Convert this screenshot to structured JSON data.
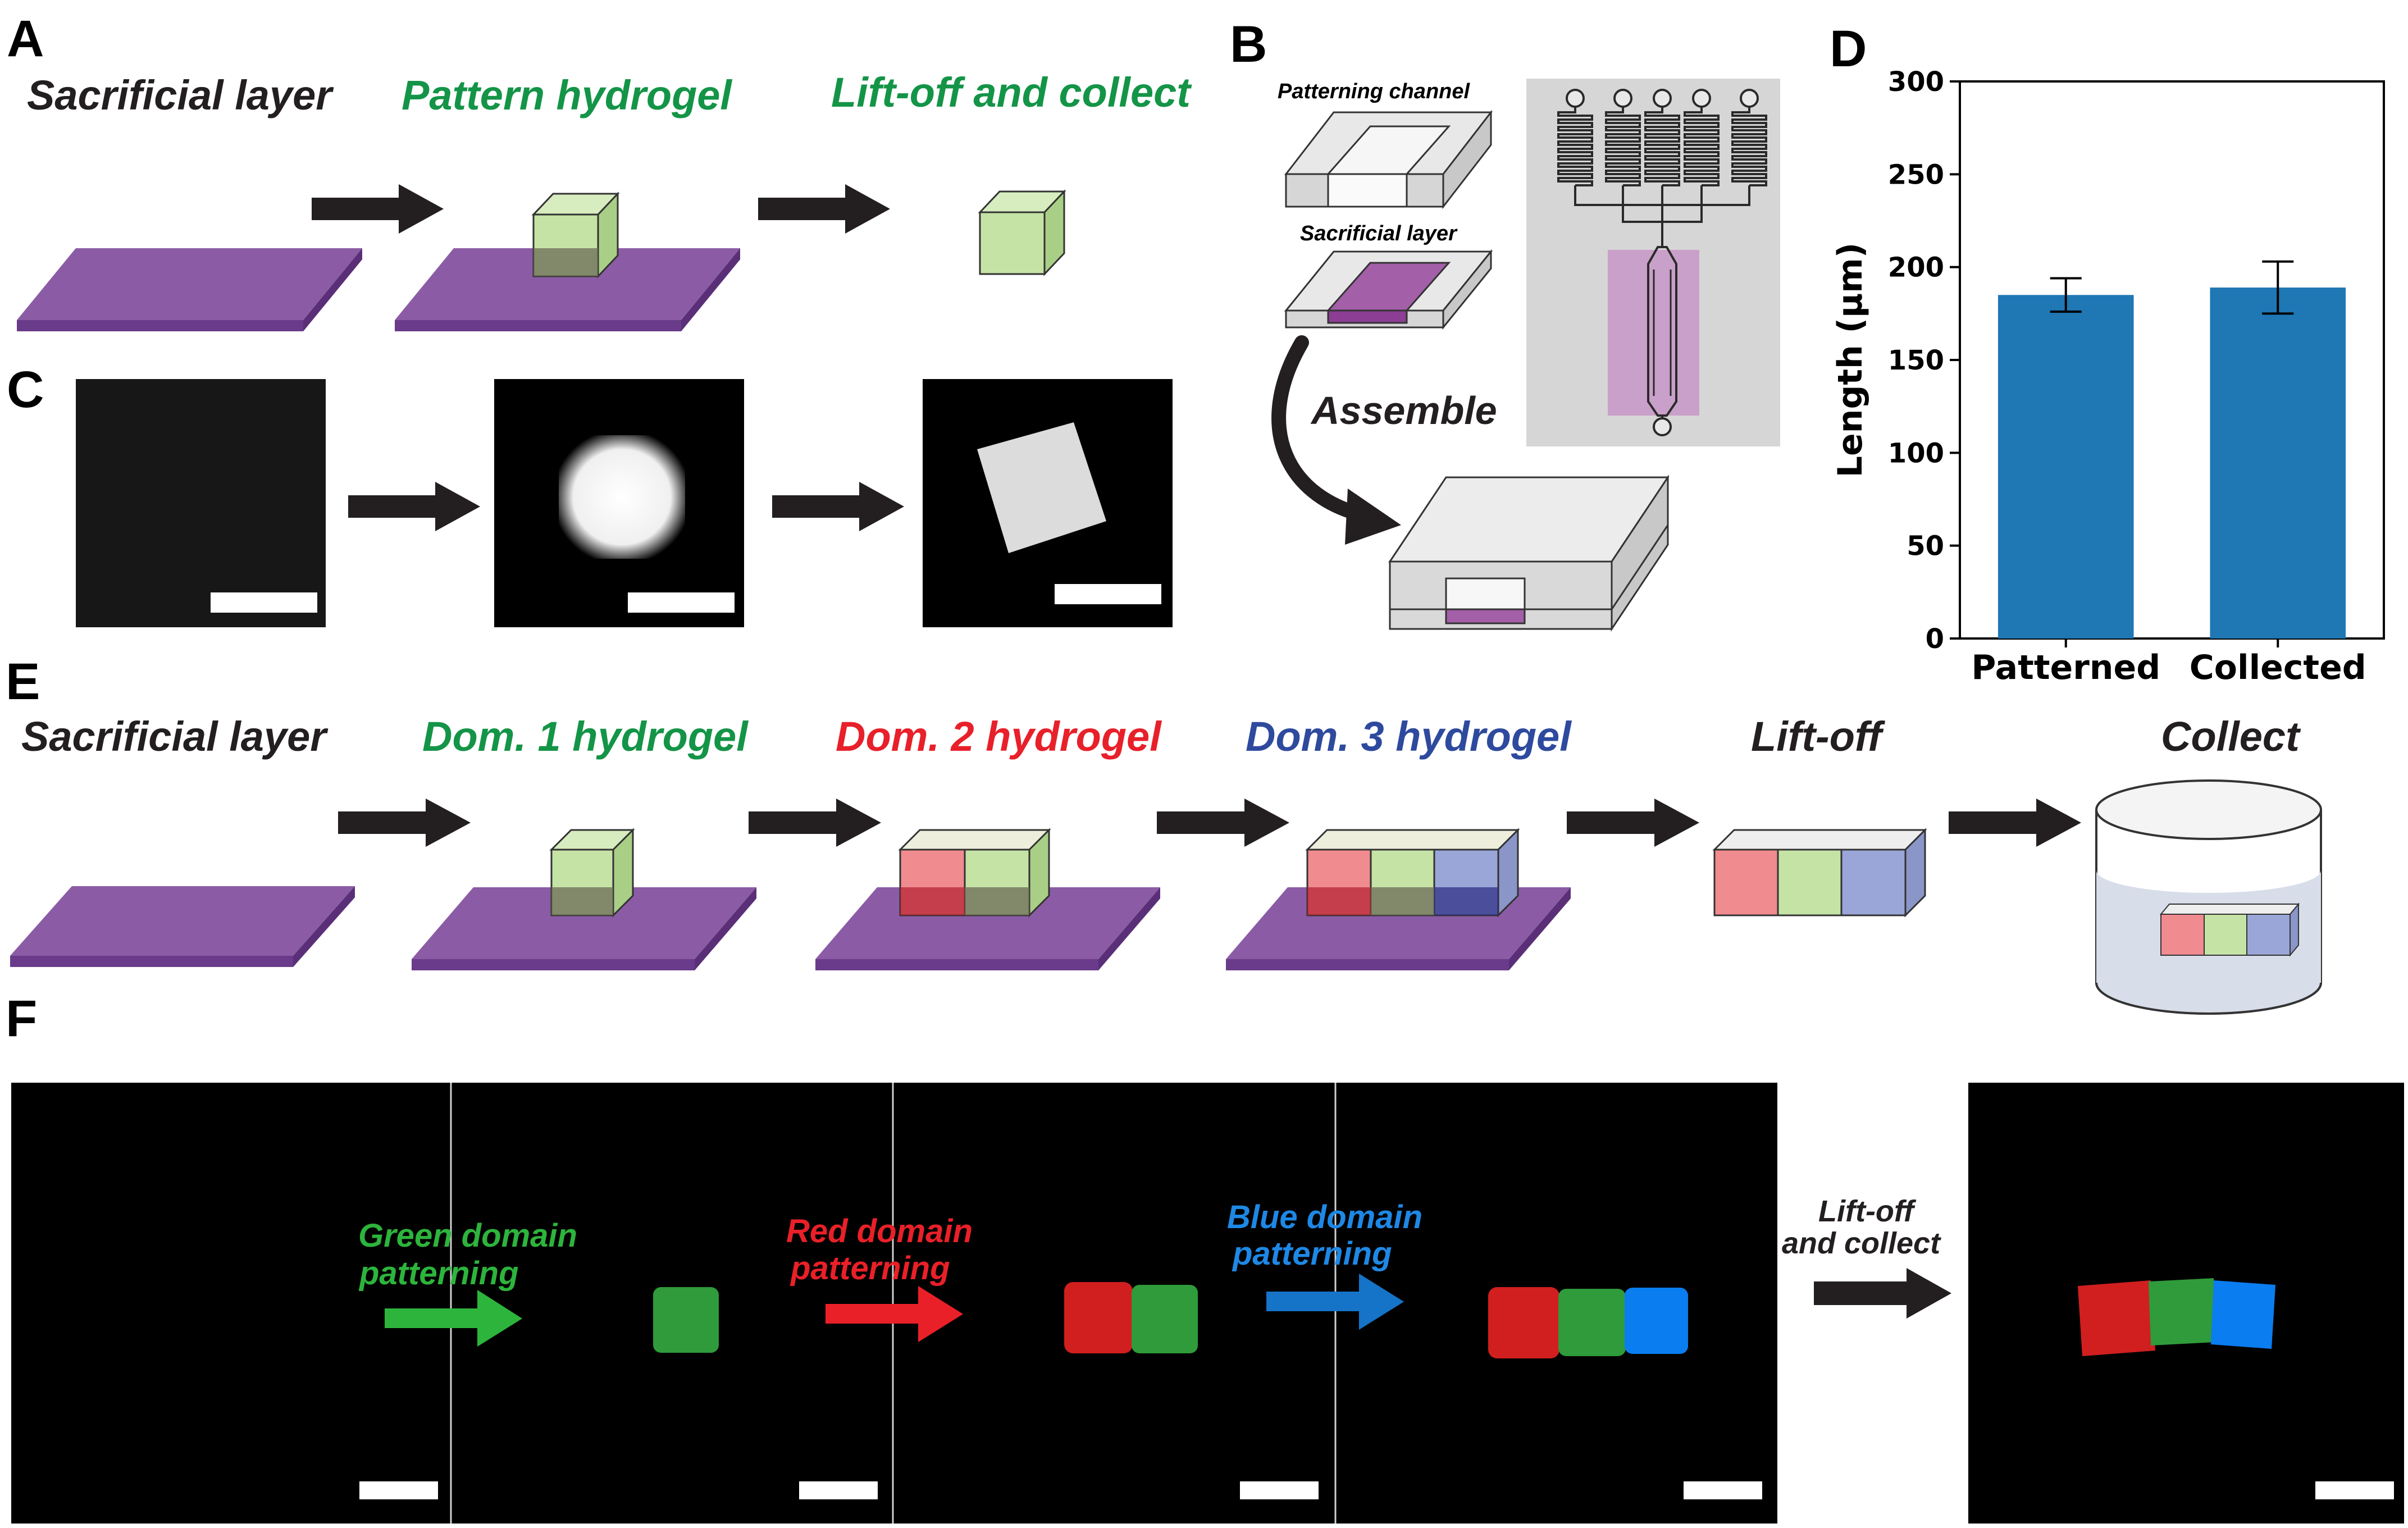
{
  "panels": {
    "a": {
      "label": "A",
      "steps": [
        {
          "text": "Sacrificial layer",
          "color": "#231f20"
        },
        {
          "text": "Pattern hydrogel",
          "color": "#149447"
        },
        {
          "text": "Lift-off and collect",
          "color": "#149447"
        }
      ]
    },
    "b": {
      "label": "B",
      "patterning_channel": "Patterning channel",
      "sacrificial_layer": "Sacrificial layer",
      "assemble": "Assemble"
    },
    "c": {
      "label": "C"
    },
    "d": {
      "label": "D"
    },
    "e": {
      "label": "E",
      "steps": [
        {
          "text": "Sacrificial layer",
          "color": "#231f20"
        },
        {
          "text": "Dom. 1 hydrogel",
          "color": "#149447"
        },
        {
          "text": "Dom. 2 hydrogel",
          "color": "#e8202a"
        },
        {
          "text": "Dom. 3 hydrogel",
          "color": "#2e4a9e"
        },
        {
          "text": "Lift-off",
          "color": "#231f20"
        },
        {
          "text": "Collect",
          "color": "#231f20"
        }
      ]
    },
    "f": {
      "label": "F",
      "green_line1": "Green domain",
      "green_line2": "patterning",
      "red_line1": "Red domain",
      "red_line2": "patterning",
      "blue_line1": "Blue domain",
      "blue_line2": "patterning",
      "liftoff_line1": "Lift-off",
      "liftoff_line2": "and collect"
    }
  },
  "colors": {
    "sacrificial": "#8b5ca5",
    "sacrificial_dark": "#6a3b8a",
    "green_gel": "#c6e3a6",
    "red_gel": "#f08b8f",
    "blue_gel": "#9aa6d8",
    "bar": "#1f77b4"
  },
  "chart_data": {
    "type": "bar",
    "categories": [
      "Patterned",
      "Collected"
    ],
    "values": [
      185,
      189
    ],
    "errors": [
      9,
      14
    ],
    "ylabel": "Length (µm)",
    "ylim": [
      0,
      300
    ],
    "yticks": [
      "0",
      "50",
      "100",
      "150",
      "200",
      "250",
      "300"
    ]
  }
}
